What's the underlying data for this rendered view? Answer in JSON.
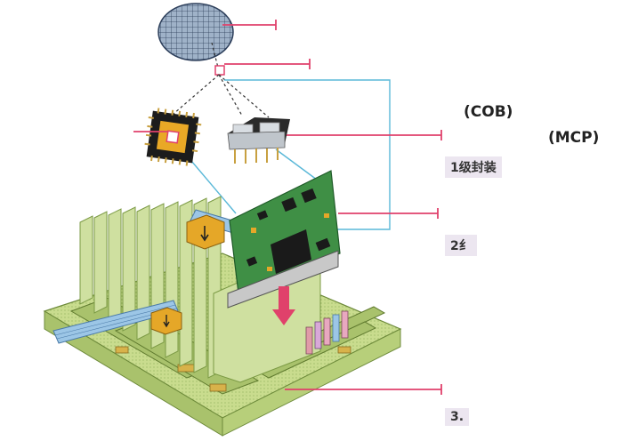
{
  "labels": {
    "cob": "(COB)",
    "mcp": "(MCP)",
    "level1": "1级封装",
    "level2_partial": "2纟",
    "level3_partial": "3."
  },
  "colors": {
    "leader": "#e0416b",
    "cyan_line": "#5ab8d8",
    "board_green": "#c9dc8e",
    "pcb_green": "#3f8f45",
    "heatsink": "#cfe0a0",
    "label_bg": "#ece6f0"
  }
}
